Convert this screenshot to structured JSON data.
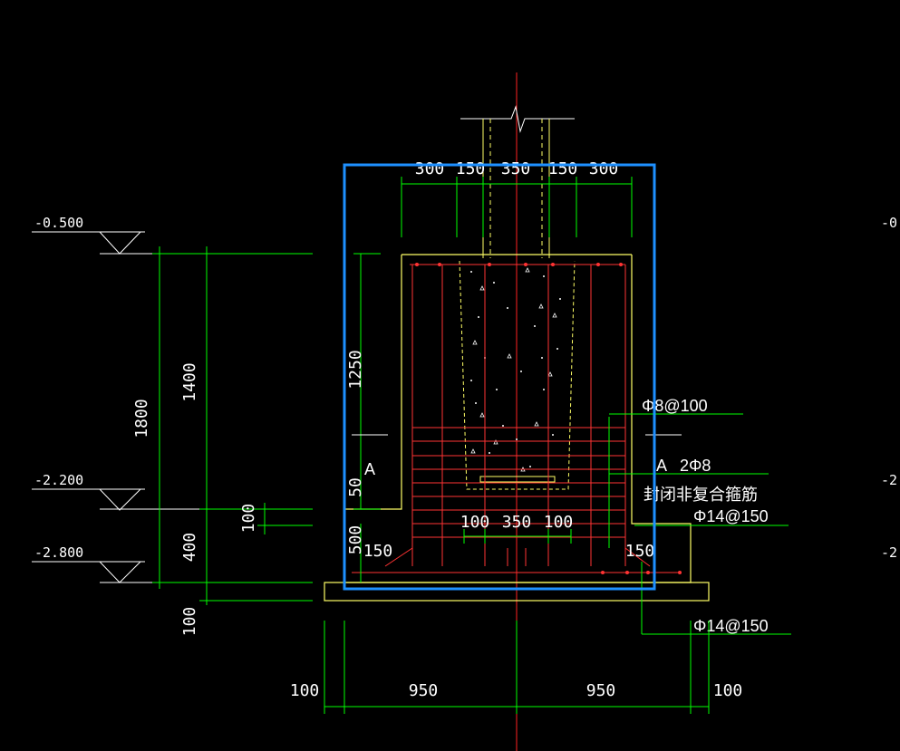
{
  "elevations": {
    "e1": "-0.500",
    "e2": "-2.200",
    "e3": "-2.800",
    "r1": "-0",
    "r2": "-2",
    "r3": "-2"
  },
  "dims_top": [
    "300",
    "150",
    "350",
    "150",
    "300"
  ],
  "dims_left": {
    "total": "1800",
    "upper": "1400",
    "lower": "400",
    "base": "100",
    "step": "100"
  },
  "dims_inner": {
    "h1": "1250",
    "h2": "50",
    "h3": "500",
    "left150": "150",
    "right150": "150",
    "b1": "100",
    "b2": "350",
    "b3": "100"
  },
  "dims_bottom": [
    "100",
    "950",
    "950",
    "100"
  ],
  "section_marks": [
    "A",
    "A"
  ],
  "rebar": {
    "stirrup": "Φ8@100",
    "bars": "2Φ8",
    "note": "封闭非复合箍筋",
    "main1": "Φ14@150",
    "main2": "Φ14@150"
  },
  "colors": {
    "background": "#000000",
    "dimension": "#00ff00",
    "outline": "#ffff66",
    "rebar": "#ff3333",
    "axis": "#ff0000",
    "text": "#ffffff",
    "selection": "#1e90ff"
  }
}
